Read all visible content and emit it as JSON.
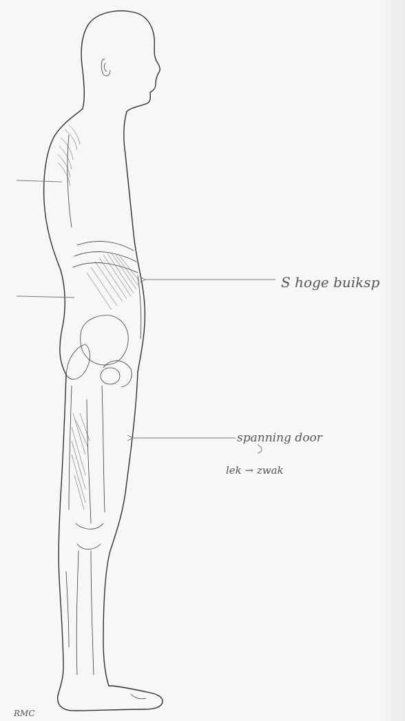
{
  "annotations": {
    "waist_label": "S hoge buiksp",
    "thigh_label_line1": "spanning door",
    "thigh_label_line2": "lek → zwak",
    "signature": "RMC"
  }
}
